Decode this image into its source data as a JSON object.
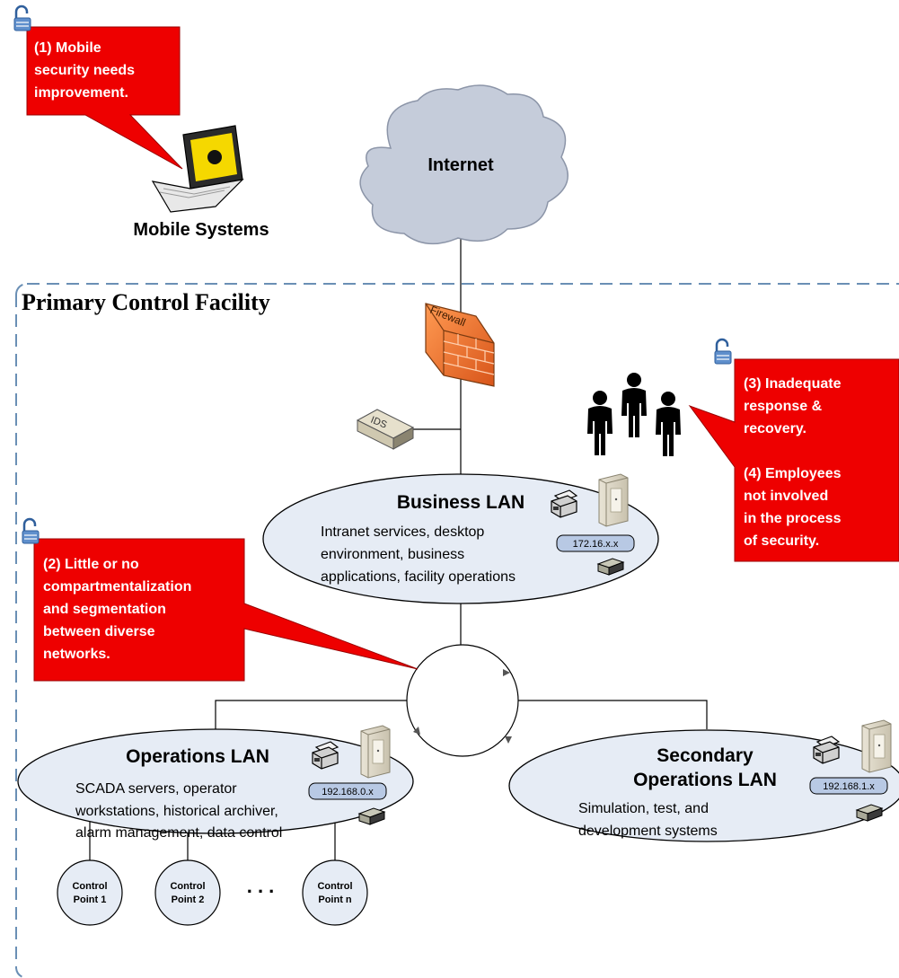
{
  "internet": {
    "label": "Internet"
  },
  "mobile": {
    "label": "Mobile Systems"
  },
  "facility": {
    "title": "Primary Control Facility"
  },
  "firewall": {
    "label": "Firewall"
  },
  "ids": {
    "label": "IDS"
  },
  "callouts": {
    "c1": [
      "(1) Mobile",
      "security needs",
      "improvement."
    ],
    "c2": [
      "(2) Little or no",
      "compartmentalization",
      "and segmentation",
      "between diverse",
      "networks."
    ],
    "c3": [
      "(3) Inadequate",
      "response &",
      "recovery.",
      "",
      "(4) Employees",
      "not involved",
      "in the process",
      "of security."
    ]
  },
  "business_lan": {
    "title": "Business LAN",
    "desc": [
      "Intranet services, desktop",
      "environment, business",
      "applications, facility operations"
    ],
    "ip": "172.16.x.x"
  },
  "operations_lan": {
    "title": "Operations LAN",
    "desc": [
      "SCADA servers, operator",
      "workstations, historical archiver,",
      "alarm management, data control"
    ],
    "ip": "192.168.0.x"
  },
  "secondary_lan": {
    "title": [
      "Secondary",
      "Operations LAN"
    ],
    "desc": [
      "Simulation, test, and",
      "development systems"
    ],
    "ip": "192.168.1.x"
  },
  "control_points": [
    {
      "line1": "Control",
      "line2": "Point 1"
    },
    {
      "line1": "Control",
      "line2": "Point 2"
    },
    {
      "line1": "Control",
      "line2": "Point n"
    }
  ],
  "ellipsis": ". . .",
  "colors": {
    "callout_red": "#ee0000",
    "lan_fill": "#e6ecf5",
    "cloud_fill": "#c5ccda",
    "dash_border": "#6a8fb5",
    "firewall_orange": "#f07a2a",
    "ip_pill": "#b8c9e4"
  }
}
